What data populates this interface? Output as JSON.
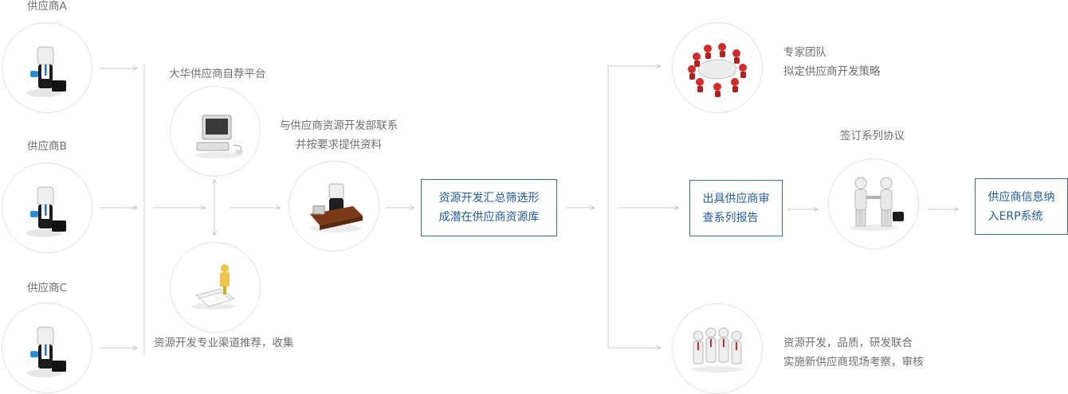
{
  "suppliers": [
    {
      "label": "供应商A"
    },
    {
      "label": "供应商B"
    },
    {
      "label": "供应商C"
    }
  ],
  "platform_label": "大华供应商自荐平台",
  "contact_text": [
    "与供应商资源开发部联系",
    "并按要求提供资料"
  ],
  "channel_label": "资源开发专业渠道推荐，收集",
  "pool_box": [
    "资源开发汇总筛选形",
    "成潜在供应商资源库"
  ],
  "expert_text": [
    "专家团队",
    "拟定供应商开发策略"
  ],
  "report_box": [
    "出具供应商审",
    "查系列报告"
  ],
  "agreement_label": "签订系列协议",
  "erp_box": [
    "供应商信息纳",
    "入ERP系统"
  ],
  "audit_text": [
    "资源开发，品质，研发联合",
    "实施新供应商现场考察，审核"
  ],
  "colors": {
    "box_border": "#3d6aa8",
    "box_text": "#1f5ba6",
    "label_text": "#6f6f6f",
    "connector": "#c9c9c9",
    "circle_border": "#e2e2e2"
  },
  "icons": {
    "supplier": "businessman-icon",
    "platform": "computer-icon",
    "contact": "office-desk-icon",
    "channel": "key-documents-icon",
    "expert": "team-meeting-icon",
    "agreement": "handshake-icon",
    "audit": "team-group-icon"
  }
}
